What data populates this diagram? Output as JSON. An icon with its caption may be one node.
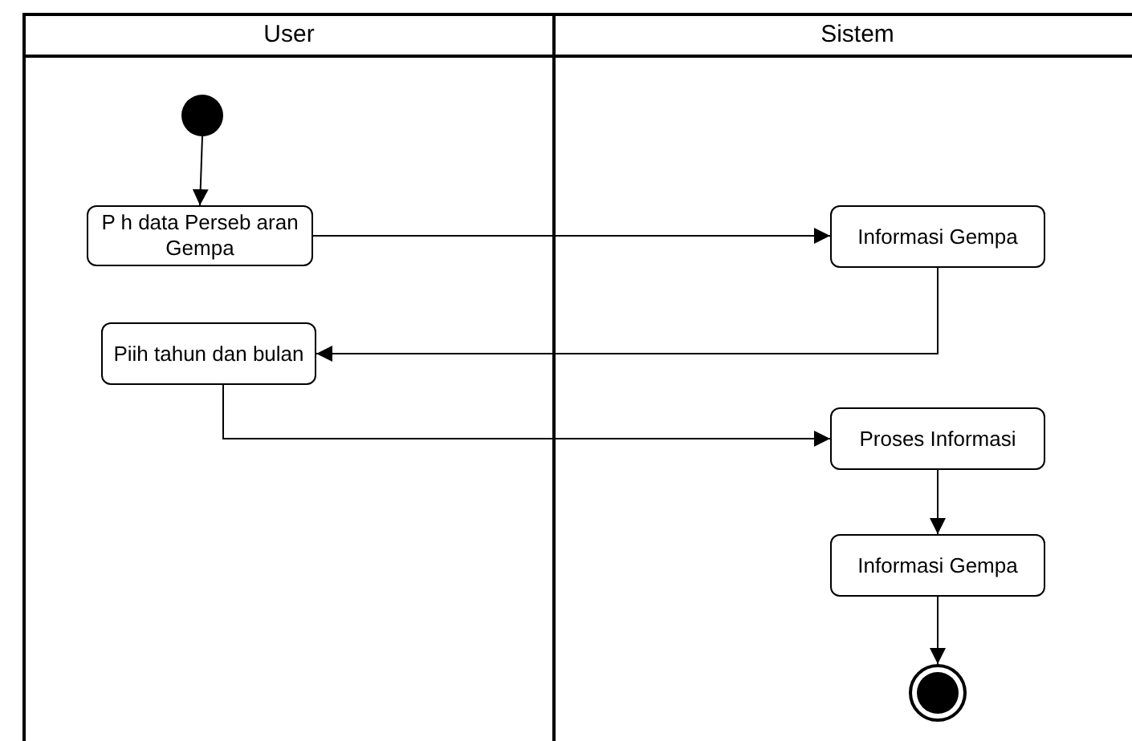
{
  "diagram": {
    "nodes": [
      {
        "text": [
          "User"
        ]
      },
      {
        "text": [
          "Sistem"
        ]
      },
      {
        "text": [],
        "shape": "circle",
        "in": 0
      },
      {
        "text": [
          "P h data Perseb aran Gempa"
        ],
        "in": 0
      },
      {
        "text": [
          "Informasi Gempa"
        ],
        "in": 1
      },
      {
        "text": [
          "Piih tahun dan bulan"
        ],
        "in": 0
      },
      {
        "text": [
          "Proses Informasi"
        ],
        "in": 1
      },
      {
        "text": [
          "Informasi Gempa"
        ],
        "in": 1
      },
      {
        "text": [],
        "shape": "bullseye",
        "in": 1
      }
    ],
    "edges": [
      {
        "from": 2,
        "to": 3,
        "arrow": "to"
      },
      {
        "from": 3,
        "to": 4,
        "arrow": "to"
      },
      {
        "from": 4,
        "to": 5,
        "arrow": "to"
      },
      {
        "from": 5,
        "to": 6,
        "arrow": "to"
      },
      {
        "from": 6,
        "to": 7,
        "arrow": "to"
      },
      {
        "from": 7,
        "to": 8,
        "arrow": "to"
      }
    ]
  }
}
